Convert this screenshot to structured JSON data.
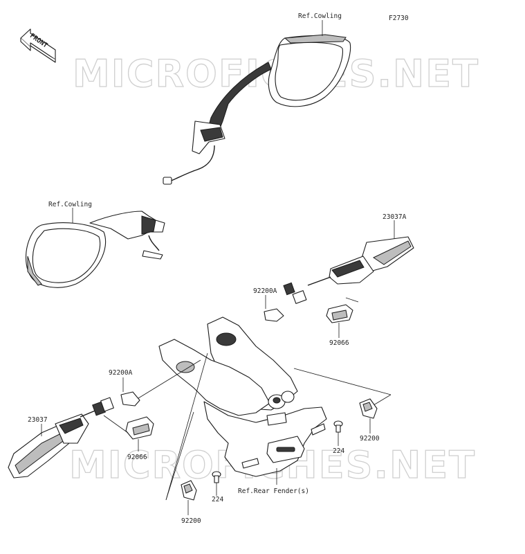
{
  "figure_code": "F2730",
  "front_label": "FRONT",
  "watermark": "MICROFICHES.NET",
  "labels": {
    "ref_cowling_top": "Ref.Cowling",
    "ref_cowling_left": "Ref.Cowling",
    "ref_rear_fender": "Ref.Rear Fender(s)",
    "p23037A": "23037A",
    "p23037": "23037",
    "p92200A_top": "92200A",
    "p92200A_left": "92200A",
    "p92066_right": "92066",
    "p92066_left": "92066",
    "p92200_right": "92200",
    "p92200_bottom": "92200",
    "p224_right": "224",
    "p224_bottom": "224"
  }
}
